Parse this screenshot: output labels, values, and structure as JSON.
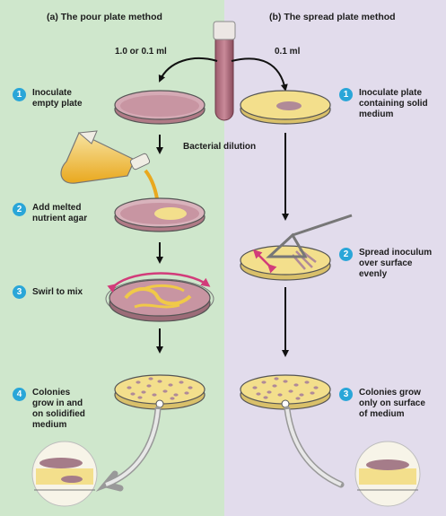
{
  "panels": {
    "pour": {
      "title": "(a) The pour plate method",
      "volume": "1.0 or 0.1 ml",
      "steps": [
        {
          "number": "1",
          "text": "Inoculate empty plate"
        },
        {
          "number": "2",
          "text": "Add melted nutrient agar"
        },
        {
          "number": "3",
          "text": "Swirl to mix"
        },
        {
          "number": "4",
          "text": "Colonies grow in and on solidified medium"
        }
      ]
    },
    "spread": {
      "title": "(b) The spread plate method",
      "volume": "0.1 ml",
      "steps": [
        {
          "number": "1",
          "text": "Inoculate plate containing solid medium"
        },
        {
          "number": "2",
          "text": "Spread inoculum over surface evenly"
        },
        {
          "number": "3",
          "text": "Colonies grow only on surface of medium"
        }
      ]
    }
  },
  "tube_label": "Bacterial dilution",
  "colors": {
    "pour_background": "#cfe7cc",
    "spread_background": "#e2dcec",
    "step_badge": "#2aa6d8",
    "agar": "#f3df8c",
    "inoculum": "#b08a98",
    "swirl_arrow": "#d23c7a"
  }
}
